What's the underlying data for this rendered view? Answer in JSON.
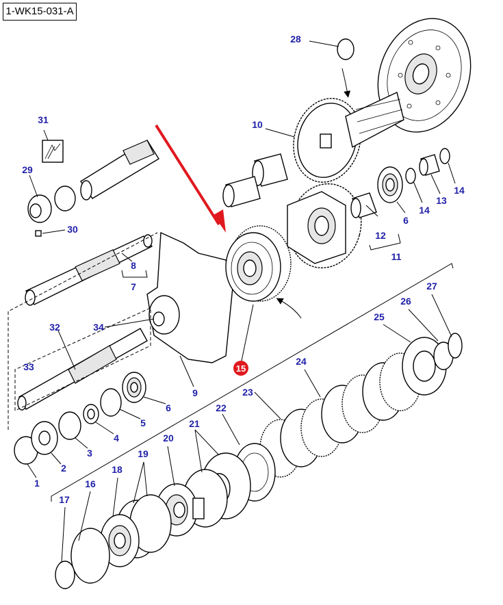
{
  "diagram": {
    "reference_code": "1-WK15-031-A",
    "highlight": {
      "label": "15",
      "color": "#e0191f"
    },
    "arrow_color": "#e0191f",
    "label_color": "#1f1fa8",
    "callouts": [
      {
        "id": "c1",
        "text": "1"
      },
      {
        "id": "c2",
        "text": "2"
      },
      {
        "id": "c3",
        "text": "3"
      },
      {
        "id": "c4",
        "text": "4"
      },
      {
        "id": "c5",
        "text": "5"
      },
      {
        "id": "c6a",
        "text": "6"
      },
      {
        "id": "c6b",
        "text": "6"
      },
      {
        "id": "c7",
        "text": "7"
      },
      {
        "id": "c8",
        "text": "8"
      },
      {
        "id": "c9",
        "text": "9"
      },
      {
        "id": "c10",
        "text": "10"
      },
      {
        "id": "c11",
        "text": "11"
      },
      {
        "id": "c12",
        "text": "12"
      },
      {
        "id": "c13",
        "text": "13"
      },
      {
        "id": "c14a",
        "text": "14"
      },
      {
        "id": "c14b",
        "text": "14"
      },
      {
        "id": "c16",
        "text": "16"
      },
      {
        "id": "c17",
        "text": "17"
      },
      {
        "id": "c18",
        "text": "18"
      },
      {
        "id": "c19",
        "text": "19"
      },
      {
        "id": "c20",
        "text": "20"
      },
      {
        "id": "c21",
        "text": "21"
      },
      {
        "id": "c22",
        "text": "22"
      },
      {
        "id": "c23",
        "text": "23"
      },
      {
        "id": "c24",
        "text": "24"
      },
      {
        "id": "c25",
        "text": "25"
      },
      {
        "id": "c26",
        "text": "26"
      },
      {
        "id": "c27",
        "text": "27"
      },
      {
        "id": "c28",
        "text": "28"
      },
      {
        "id": "c29",
        "text": "29"
      },
      {
        "id": "c30",
        "text": "30"
      },
      {
        "id": "c31",
        "text": "31"
      },
      {
        "id": "c32",
        "text": "32"
      },
      {
        "id": "c33",
        "text": "33"
      },
      {
        "id": "c34",
        "text": "34"
      }
    ]
  }
}
